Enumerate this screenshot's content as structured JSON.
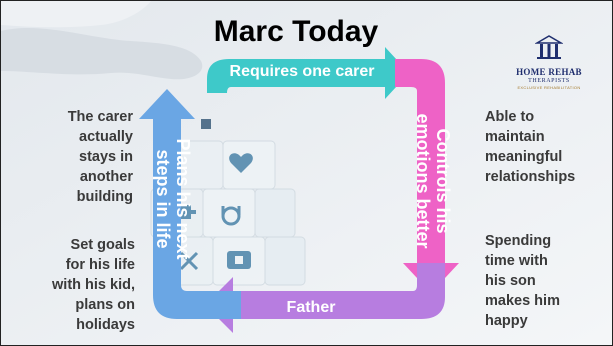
{
  "title": "Marc Today",
  "logo": {
    "line1": "HOME REHAB",
    "line2": "THERAPISTS",
    "line3": "EXCLUSIVE REHABILITATION"
  },
  "cycle": {
    "top": "Requires one carer",
    "right": [
      "Controls his",
      "emotions better"
    ],
    "bottom": "Father",
    "left": [
      "Plans his next",
      "steps in life"
    ]
  },
  "notes": {
    "left_top": [
      "The carer",
      "actually",
      "stays in",
      "another",
      "building"
    ],
    "left_bottom": [
      "Set goals",
      "for his life",
      "with his kid,",
      "plans on",
      "holidays"
    ],
    "right_top": [
      "Able to",
      "maintain",
      "meaningful",
      "relationships"
    ],
    "right_bottom": [
      "Spending",
      "time with",
      "his son",
      "makes him",
      "happy"
    ]
  },
  "colors": {
    "teal": "#3ec9c9",
    "pink": "#ee62c6",
    "purple": "#b77de0",
    "blue": "#6aa6e4"
  }
}
